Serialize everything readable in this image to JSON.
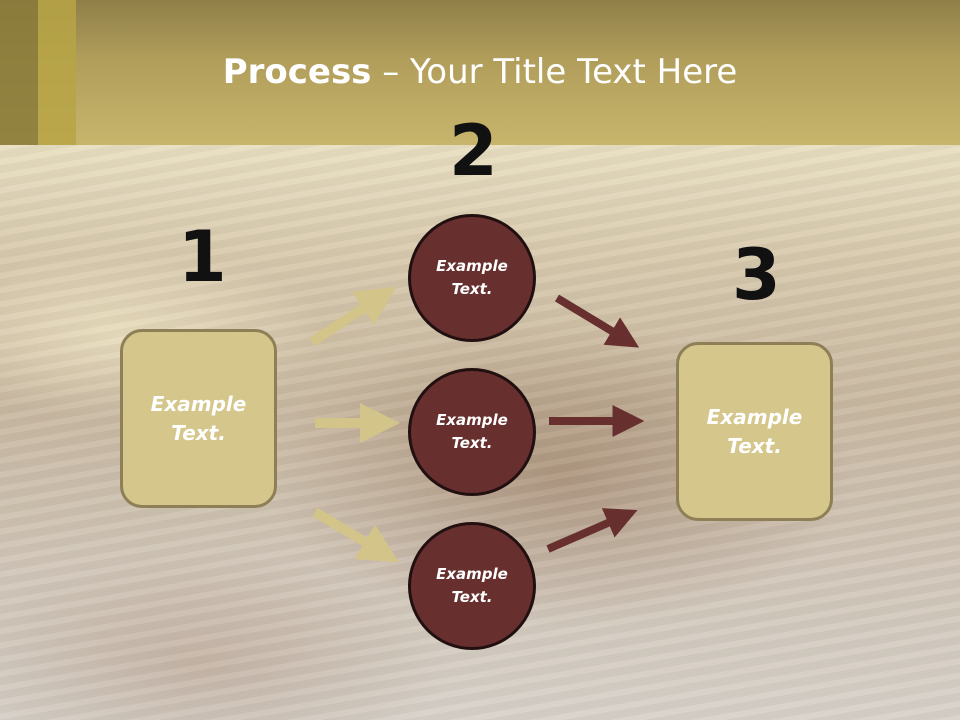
{
  "title": {
    "bold": "Process",
    "rest": " – Your Title Text Here"
  },
  "steps": {
    "one": "1",
    "two": "2",
    "three": "3"
  },
  "left_box": {
    "text": "Example\nText."
  },
  "right_box": {
    "text": "Example\nText."
  },
  "circles": [
    {
      "text": "Example\nText."
    },
    {
      "text": "Example\nText."
    },
    {
      "text": "Example\nText."
    }
  ],
  "colors": {
    "header": "#c8b56c",
    "box_fill": "#d5c68b",
    "circle_fill": "#67302f",
    "left_arrows": "#d3c489",
    "right_arrows": "#67302f"
  }
}
